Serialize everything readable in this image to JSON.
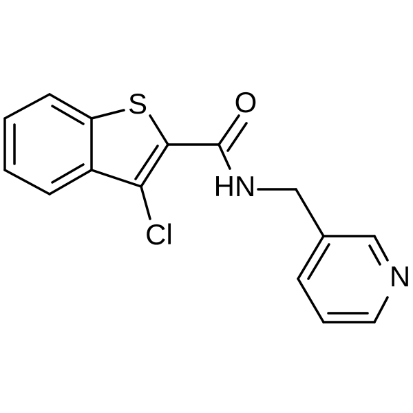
{
  "atoms": {
    "sulfur": "S",
    "oxygen": "O",
    "amide_nitrogen": "HN",
    "chlorine": "Cl",
    "pyridine_nitrogen": "N"
  },
  "colors": {
    "bond": "#000000",
    "background": "#ffffff"
  }
}
